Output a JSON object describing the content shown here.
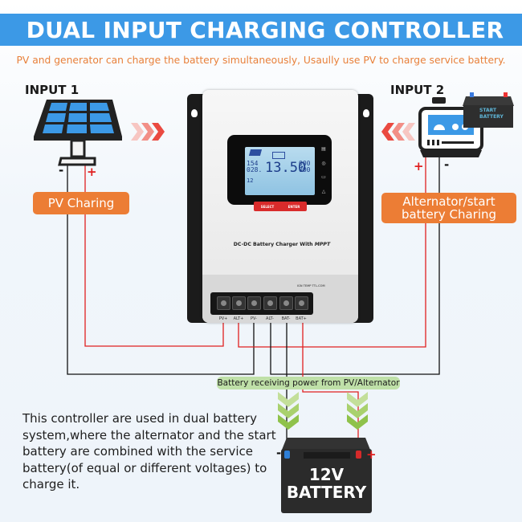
{
  "header": {
    "title": "DUAL INPUT CHARGING CONTROLLER",
    "subtitle": "PV and generator can charge the battery simultaneously, Usaully use PV to charge service battery."
  },
  "input1": {
    "label": "INPUT 1",
    "source_icon": "solar-panel-icon",
    "minus": "-",
    "plus": "+",
    "caption": "PV Charing"
  },
  "input2": {
    "label": "INPUT 2",
    "source_icon": "alternator-icon",
    "start_battery_label_line1": "START",
    "start_battery_label_line2": "BATTERY",
    "minus": "-",
    "plus": "+",
    "caption": "Alternator/start battery Charing"
  },
  "controller": {
    "model_text": "DC-DC Battery Charger With",
    "model_brand": "MPPT",
    "lcd": {
      "left_top": "154",
      "left_mid": "028.",
      "left_bottom": "12",
      "main_value": "13.50",
      "right_top": "000",
      "right_mid": "000"
    },
    "buttons": [
      "SELECT",
      "ENTER"
    ],
    "aux_ports": [
      "IGN",
      "TEMP",
      "TTL-COM"
    ],
    "terminals": [
      "PV+",
      "ALT+",
      "PV-",
      "ALT-",
      "BAT-",
      "BAT+"
    ]
  },
  "banner": "Battery receiving power from PV/Alternator",
  "description": "This controller are used in dual battery system,where the alternator and the start battery are combined with the service battery(of equal or different voltages) to charge it.",
  "battery": {
    "line1": "12V",
    "line2": "BATTERY",
    "minus": "-",
    "plus": "+"
  },
  "colors": {
    "title_bar": "#3c99e6",
    "subtitle": "#e8803a",
    "caption_pill": "#ec7d35",
    "positive_wire": "#e02020",
    "negative_wire": "#111111",
    "banner": "#bfe0a8",
    "panel_cell": "#3c99e6"
  }
}
